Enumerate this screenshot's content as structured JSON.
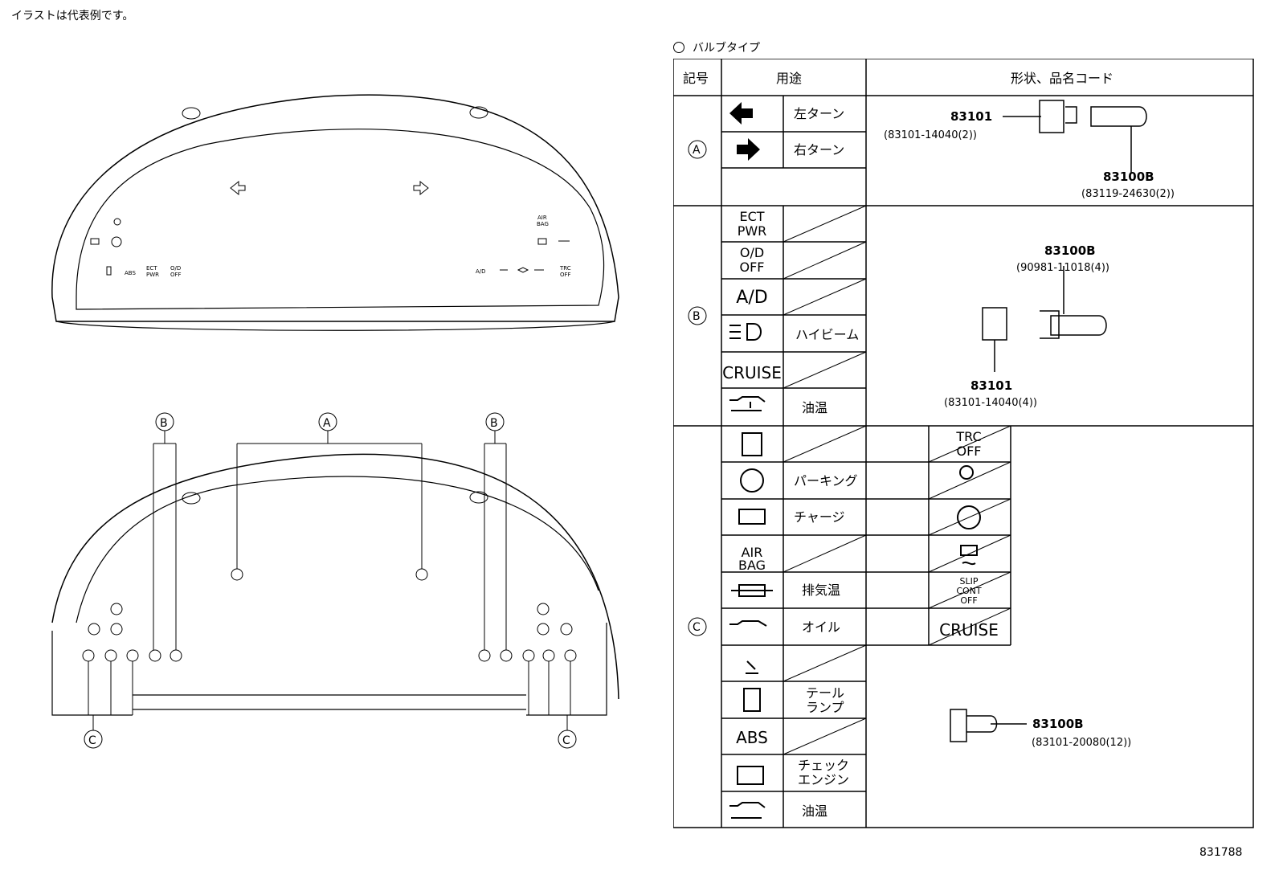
{
  "note": "イラストは代表例です。",
  "diagram_code": "831788",
  "legend": "バルブタイプ",
  "cluster": {
    "top_labels": [
      "AIR BAG",
      "ABS",
      "ECT PWR",
      "O/D OFF",
      "A/D",
      "TRC OFF"
    ],
    "callouts": [
      "A",
      "B",
      "B",
      "C",
      "C"
    ]
  },
  "table": {
    "headers": [
      "記号",
      "用途",
      "形状、品名コード"
    ],
    "groups": [
      {
        "mark": "A",
        "rows": [
          {
            "icon": "left-arrow",
            "label": "左ターン"
          },
          {
            "icon": "right-arrow",
            "label": "右ターン"
          }
        ],
        "parts": [
          {
            "code": "83101",
            "sub": "(83101-14040(2))"
          },
          {
            "code": "83100B",
            "sub": "(83119-24630(2))"
          }
        ]
      },
      {
        "mark": "B",
        "rows": [
          {
            "icon_text": "ECT\nPWR",
            "label": ""
          },
          {
            "icon_text": "O/D\nOFF",
            "label": ""
          },
          {
            "icon_text": "A/D",
            "label": ""
          },
          {
            "icon": "high-beam",
            "label": "ハイビーム"
          },
          {
            "icon_text": "CRUISE",
            "label": ""
          },
          {
            "icon": "oil-temp",
            "label": "油温"
          }
        ],
        "parts": [
          {
            "code": "83100B",
            "sub": "(90981-11018(4))"
          },
          {
            "code": "83101",
            "sub": "(83101-14040(4))"
          }
        ]
      },
      {
        "mark": "C",
        "rows": [
          {
            "icon": "door",
            "label": ""
          },
          {
            "icon": "parking",
            "label": "パーキング"
          },
          {
            "icon": "charge",
            "label": "チャージ"
          },
          {
            "icon_text": "AIR\nBAG",
            "label": ""
          },
          {
            "icon": "exhaust",
            "label": "排気温"
          },
          {
            "icon": "oil",
            "label": "オイル"
          },
          {
            "icon": "seatbelt",
            "label": ""
          },
          {
            "icon": "tail",
            "label": "テール\nランプ"
          },
          {
            "icon_text": "ABS",
            "label": ""
          },
          {
            "icon": "engine",
            "label": "チェック\nエンジン"
          },
          {
            "icon": "oil-temp",
            "label": "油温"
          }
        ],
        "extra": [
          {
            "icon_text": "TRC\nOFF"
          },
          {
            "icon": "airbag-person"
          },
          {
            "icon": "abs-circle"
          },
          {
            "icon": "slip"
          },
          {
            "icon_text": "SLIP\nCONT\nOFF"
          },
          {
            "icon_text": "CRUISE"
          }
        ],
        "parts": [
          {
            "code": "83100B",
            "sub": "(83101-20080(12))"
          }
        ]
      }
    ]
  }
}
